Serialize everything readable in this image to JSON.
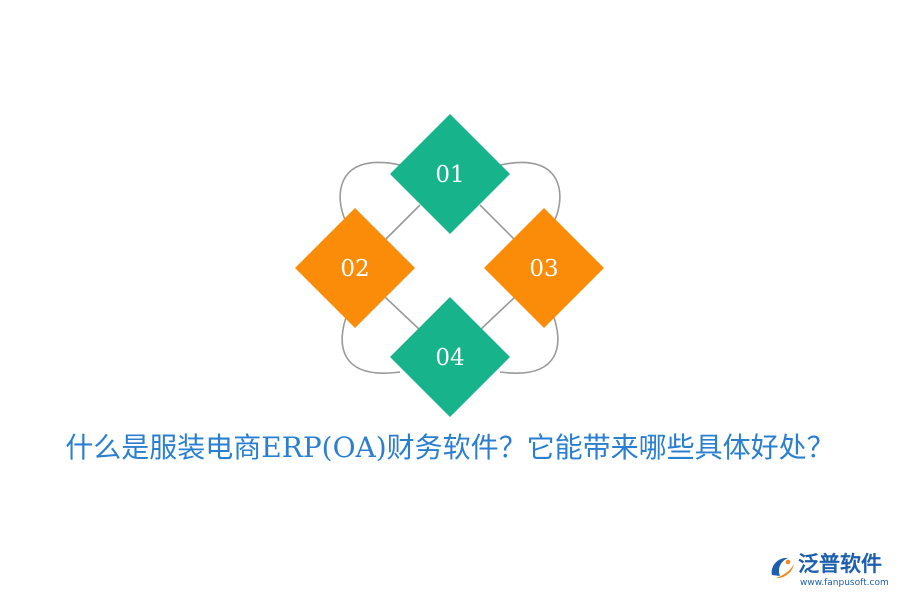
{
  "diagram": {
    "items": [
      {
        "label": "01",
        "color": "#17b38a"
      },
      {
        "label": "02",
        "color": "#fb8c0a"
      },
      {
        "label": "03",
        "color": "#fb8c0a"
      },
      {
        "label": "04",
        "color": "#17b38a"
      }
    ],
    "ring_color": "#9a9a9a"
  },
  "headline": {
    "text": "什么是服装电商ERP(OA)财务软件？它能带来哪些具体好处？",
    "color": "#2a7fd0"
  },
  "logo": {
    "name": "泛普软件",
    "url": "www.fanpusoft.com",
    "name_color": "#1d5fae",
    "accent_color": "#f08a1c",
    "icon": "fanpu-logo-icon"
  }
}
